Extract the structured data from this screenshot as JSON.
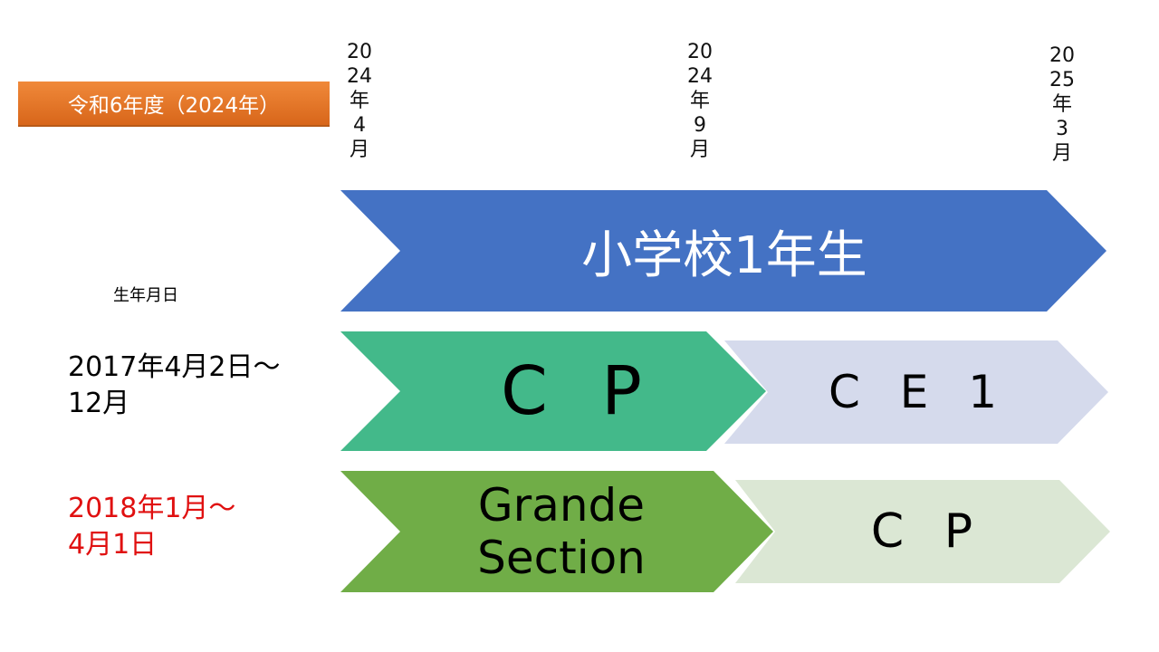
{
  "header": {
    "fiscal_year": "令和6年度（2024年）"
  },
  "timeline": {
    "apr": [
      "20",
      "24",
      "年",
      "4",
      "月"
    ],
    "sep": [
      "20",
      "24",
      "年",
      "9",
      "月"
    ],
    "mar": [
      "20",
      "25",
      "年",
      "3",
      "月"
    ]
  },
  "birth_label": "生年月日",
  "rows": {
    "birth_a": [
      "2017年4月2日～",
      "12月"
    ],
    "birth_b": [
      "2018年1月～",
      "4月1日"
    ]
  },
  "arrows": {
    "shogaku": "小学校1年生",
    "cp_top": "C P",
    "ce1": "C E 1",
    "grande_section": [
      "Grande",
      "Section"
    ],
    "cp_bottom": "C P"
  },
  "colors": {
    "badge": "#e67728",
    "shogaku": "#4472c4",
    "cp_top": "#43b98a",
    "ce1": "#d5daec",
    "grande_section": "#70ad47",
    "cp_bottom": "#dbe7d4",
    "birth_b_text": "#e01010"
  }
}
